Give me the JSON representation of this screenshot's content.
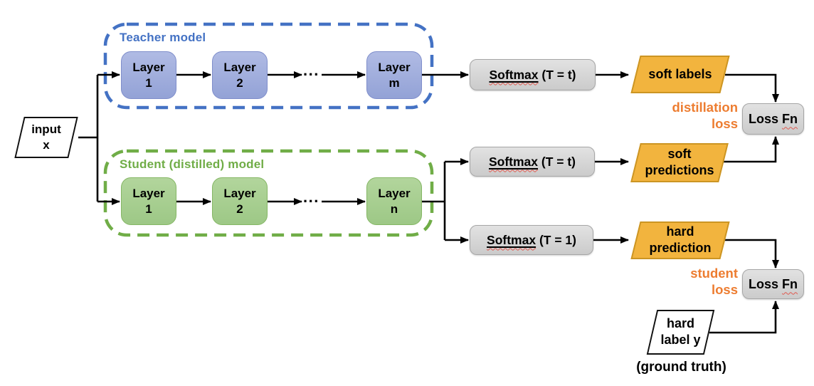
{
  "colors": {
    "teacher_accent": "#4472C4",
    "teacher_layer_fill": "#98A6D9",
    "student_accent": "#70AD47",
    "student_layer_fill": "#A9D18E",
    "gold_fill": "#F2B43E",
    "gold_border": "#CC9523",
    "orange_label": "#ED7D31",
    "process_box_gray": "#D6D6D6",
    "connector": "#000000",
    "spellcheck_red": "#E05A50"
  },
  "input_node": {
    "line1": "input",
    "line2": "x"
  },
  "teacher": {
    "title": "Teacher model",
    "ellipsis": "...",
    "layers": [
      {
        "line1": "Layer",
        "line2": "1"
      },
      {
        "line1": "Layer",
        "line2": "2"
      },
      {
        "line1": "Layer",
        "line2": "m"
      }
    ]
  },
  "student": {
    "title": "Student (distilled) model",
    "ellipsis": "...",
    "layers": [
      {
        "line1": "Layer",
        "line2": "1"
      },
      {
        "line1": "Layer",
        "line2": "2"
      },
      {
        "line1": "Layer",
        "line2": "n"
      }
    ]
  },
  "softmax_teacher": {
    "word": "Softmax",
    "rest": " (T = t)"
  },
  "softmax_student_soft": {
    "word": "Softmax",
    "rest": " (T = t)"
  },
  "softmax_student_hard": {
    "word": "Softmax",
    "rest": " (T = 1)"
  },
  "soft_labels": {
    "line1": "soft labels"
  },
  "soft_predictions": {
    "line1": "soft",
    "line2": "predictions"
  },
  "hard_prediction": {
    "line1": "hard",
    "line2": "prediction"
  },
  "distillation_loss": {
    "line1": "distillation",
    "line2": "loss"
  },
  "student_loss": {
    "line1": "student",
    "line2": "loss"
  },
  "loss_fn_top": {
    "word": "Loss",
    "rest": "Fn"
  },
  "loss_fn_bottom": {
    "word": "Loss",
    "rest": "Fn"
  },
  "hard_label": {
    "line1": "hard",
    "line2": "label y"
  },
  "ground_truth": "(ground truth)"
}
